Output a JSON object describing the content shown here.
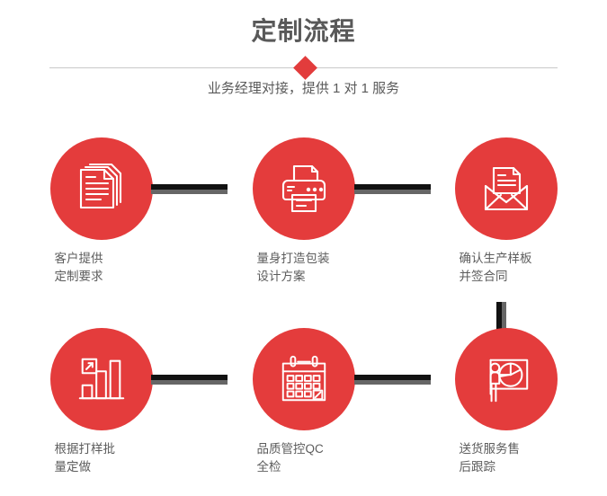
{
  "header": {
    "title": "定制流程",
    "subtitle": "业务经理对接，提供 1 对 1 服务",
    "divider_icon": "diamond-marker",
    "accent_color": "#e43c3c",
    "title_color": "#595959",
    "divider_color": "#c9c9c9"
  },
  "flow": {
    "connector_dark_color": "#121212",
    "connector_gray_color": "#666666",
    "circle_color": "#e43c3c",
    "rows": [
      {
        "steps": [
          {
            "icon": "documents-stack-icon",
            "label_line1": "客户提供",
            "label_line2": "定制要求"
          },
          {
            "icon": "printer-icon",
            "label_line1": "量身打造包装",
            "label_line2": "设计方案"
          },
          {
            "icon": "envelope-document-icon",
            "label_line1": "确认生产样板",
            "label_line2": "并签合同"
          }
        ]
      },
      {
        "steps": [
          {
            "icon": "bar-chart-growth-icon",
            "label_line1": "根据打样批",
            "label_line2": "量定做"
          },
          {
            "icon": "calendar-check-icon",
            "label_line1": "品质管控QC",
            "label_line2": "全检"
          },
          {
            "icon": "presenter-piechart-icon",
            "label_line1": "送货服务售",
            "label_line2": "后跟踪"
          }
        ]
      }
    ]
  }
}
